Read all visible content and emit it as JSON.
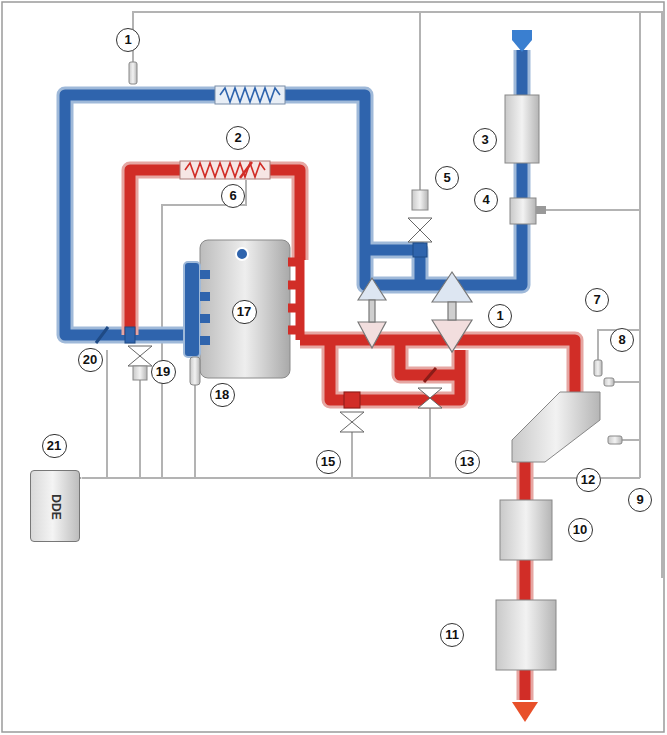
{
  "diagram": {
    "nodes": [
      {
        "text": [
          "DDE"
        ]
      }
    ],
    "labels": [
      "1",
      "2",
      "3",
      "5",
      "4",
      "6",
      "1",
      "7",
      "8",
      "17",
      "20",
      "19",
      "18",
      "15",
      "13",
      "12",
      "9",
      "10",
      "11",
      "21"
    ]
  }
}
